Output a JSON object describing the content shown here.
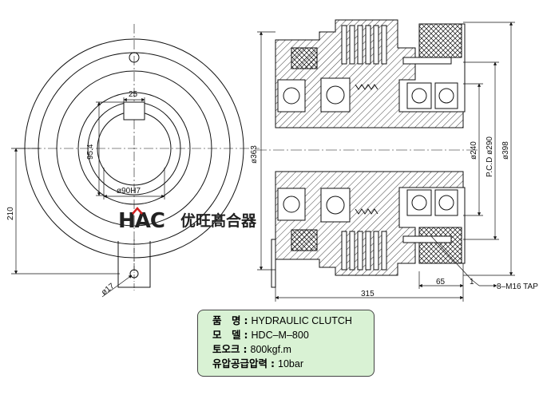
{
  "logo": {
    "letters": "HAC",
    "company": "优旺髙合器"
  },
  "front_view": {
    "keyway_width": "25",
    "key_height": "95.4",
    "bore": "ø90H7",
    "center_height": "210",
    "pin_hole": "ø17"
  },
  "section_view": {
    "outer_dia": "ø363",
    "shaft_dia": "ø240",
    "pcd": "P.C.D ø290",
    "flange_dia": "ø398",
    "length": "315",
    "hub_length": "65",
    "note_index": "1",
    "tap": "8–M16 TAP"
  },
  "specs": [
    {
      "label": "품　명",
      "value": "HYDRAULIC CLUTCH"
    },
    {
      "label": "모　델",
      "value": "HDC–M–800"
    },
    {
      "label": "토오크",
      "value": "800kgf.m"
    },
    {
      "label": "유압공급압력",
      "value": "10bar"
    }
  ],
  "colors": {
    "line": "#111111",
    "spec_bg": "#d9f2d4",
    "logo_red": "#d21f1f"
  }
}
